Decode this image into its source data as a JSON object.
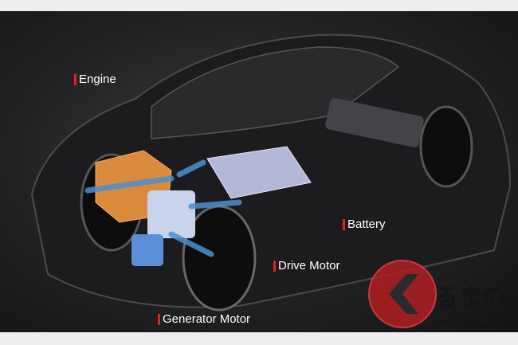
{
  "labels": {
    "engine": "Engine",
    "battery": "Battery",
    "drive_motor": "Drive Motor",
    "generator_motor": "Generator Motor"
  },
  "watermark": {
    "line1": "るまの",
    "line2": "ニュース",
    "logo_color": "#b01e22"
  },
  "colors": {
    "marker": "#e0202a",
    "engine": "#d98a3a",
    "battery": "#b4b8d8",
    "arrows": "#4a90d0"
  }
}
